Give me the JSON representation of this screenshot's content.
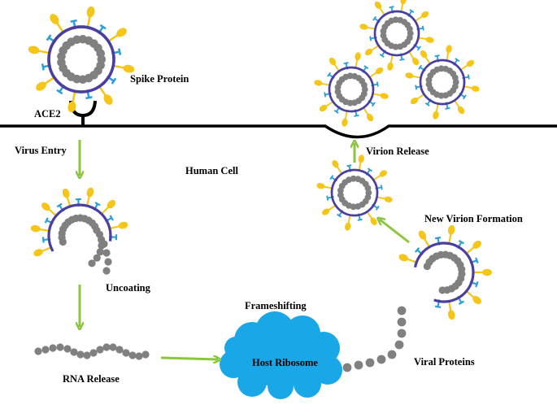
{
  "labels": {
    "spike_protein": "Spike Protein",
    "ace2": "ACE2",
    "virus_entry": "Virus Entry",
    "human_cell": "Human Cell",
    "uncoating": "Uncoating",
    "rna_release": "RNA Release",
    "frameshifting": "Frameshifting",
    "host_ribosome": "Host Ribosome",
    "viral_proteins": "Viral Proteins",
    "new_virion_formation": "New Virion Formation",
    "virion_release": "Virion Release"
  },
  "colors": {
    "spike_yellow": "#F5C518",
    "spike_blue": "#2B9FD8",
    "membrane_purple": "#4A3FA0",
    "rna_gray": "#808080",
    "arrow_green": "#8CC63F",
    "ribosome_blue": "#1AA7E8",
    "cell_membrane": "#000000"
  }
}
